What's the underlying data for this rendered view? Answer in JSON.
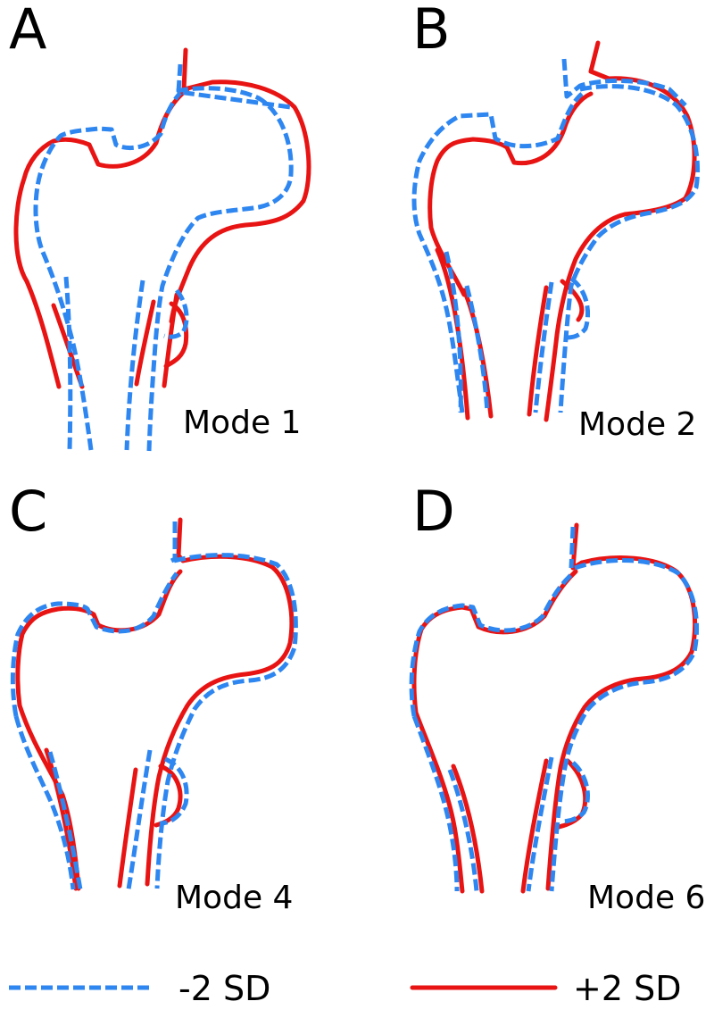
{
  "panels": [
    {
      "letter": "A",
      "mode": "Mode 1"
    },
    {
      "letter": "B",
      "mode": "Mode 2"
    },
    {
      "letter": "C",
      "mode": "Mode 4"
    },
    {
      "letter": "D",
      "mode": "Mode 6"
    }
  ],
  "legend": {
    "minus_label": "-2 SD",
    "minus_color": "#2e86f0",
    "plus_label": "+2 SD",
    "plus_color": "#e81414"
  }
}
